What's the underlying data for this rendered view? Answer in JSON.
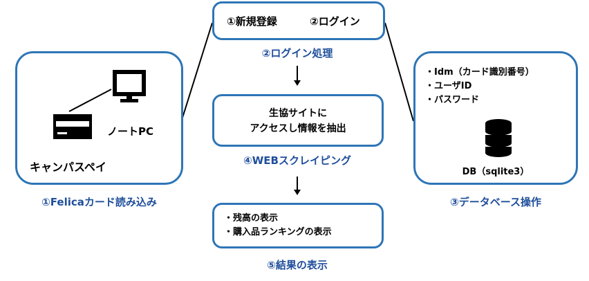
{
  "top_box": {
    "item1": "①新規登録",
    "item2": "②ログイン"
  },
  "login_caption": "②ログイン処理",
  "card_box": {
    "laptop_label": "ノートPC",
    "payment_label": "キャンパスペイ"
  },
  "card_caption": "①Felicaカード読み込み",
  "scrape_box": {
    "line1": "生協サイトに",
    "line2": "アクセスし情報を抽出"
  },
  "scrape_caption": "④WEBスクレイピング",
  "db_box": {
    "items": [
      "・Idm（カード識別番号）",
      "・ユーザID",
      "・パスワード"
    ],
    "db_label": "DB（sqlite3）"
  },
  "db_caption": "③データベース操作",
  "result_box": {
    "items": [
      "・残高の表示",
      "・購入品ランキングの表示"
    ]
  },
  "result_caption": "⑤結果の表示",
  "colors": {
    "border": "#2e75b6",
    "caption": "#1f4e9b",
    "icon": "#000000"
  }
}
